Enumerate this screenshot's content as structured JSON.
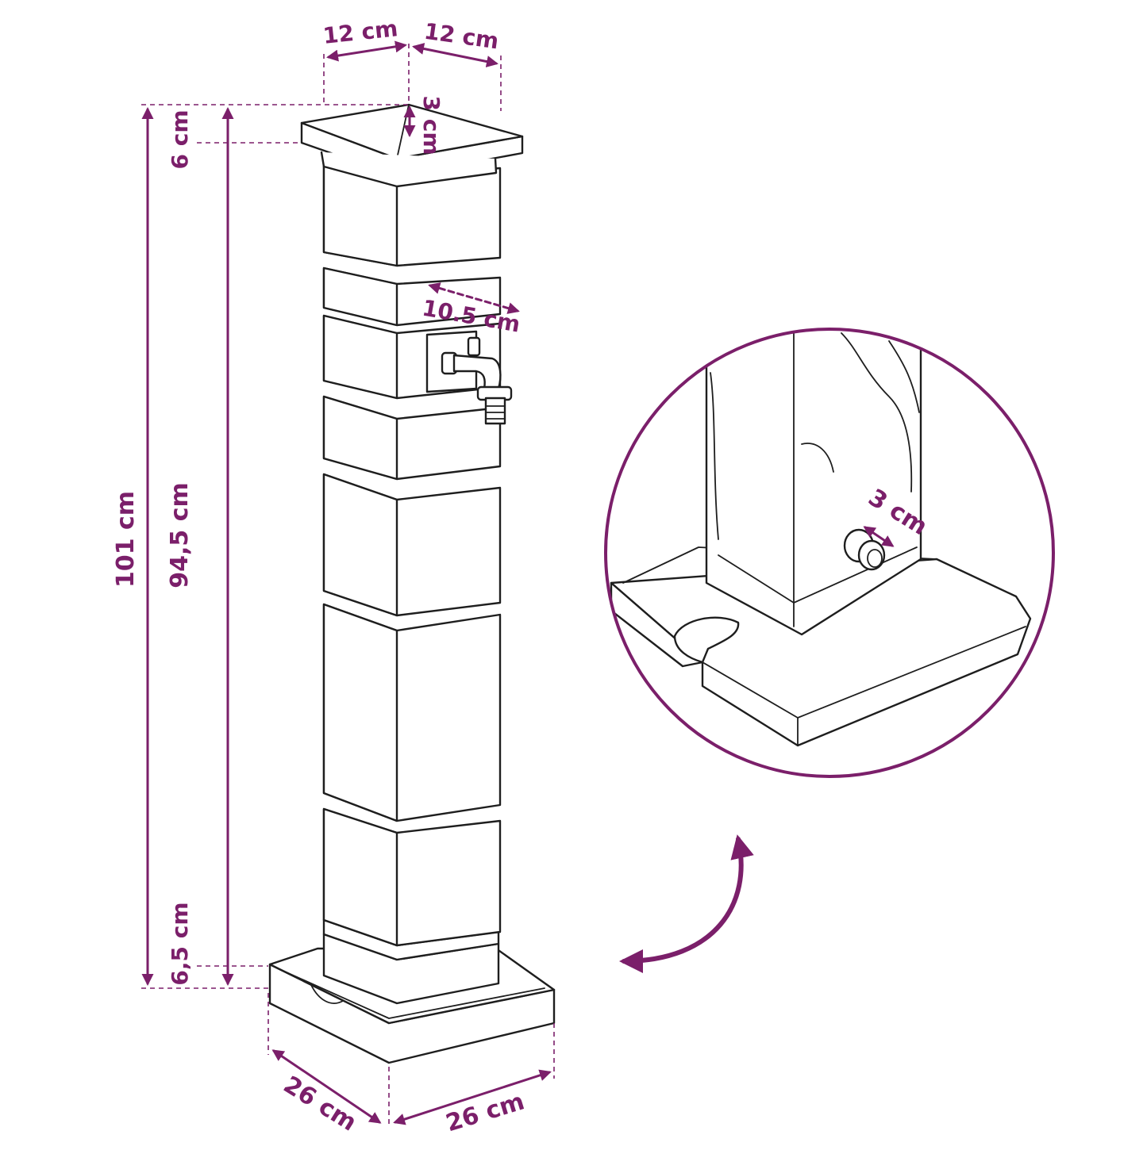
{
  "colors": {
    "dimension": "#7b1f6a",
    "outline": "#1e1e1e",
    "background": "#ffffff"
  },
  "labels": {
    "top_width_left": "12 cm",
    "top_width_right": "12 cm",
    "cap_peak_height": "3 cm",
    "cap_height": "6 cm",
    "total_height": "101 cm",
    "column_height": "94,5 cm",
    "base_height": "6,5 cm",
    "tap_offset": "10.5 cm",
    "outlet_diameter": "3 cm",
    "base_depth": "26 cm",
    "base_width": "26 cm"
  }
}
